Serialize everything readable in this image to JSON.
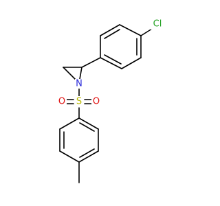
{
  "molecule": {
    "atoms": {
      "cl": {
        "label": "Cl",
        "element": "Cl",
        "color": "#22a022"
      },
      "n": {
        "label": "N",
        "element": "N",
        "color": "#2b2bd9"
      },
      "s": {
        "label": "S",
        "element": "S",
        "color": "#b8b800"
      },
      "o_left": {
        "label": "O",
        "element": "O",
        "color": "#e01010"
      },
      "o_right": {
        "label": "O",
        "element": "O",
        "color": "#e01010"
      }
    },
    "bond_color": "#000000",
    "background": "#ffffff"
  }
}
